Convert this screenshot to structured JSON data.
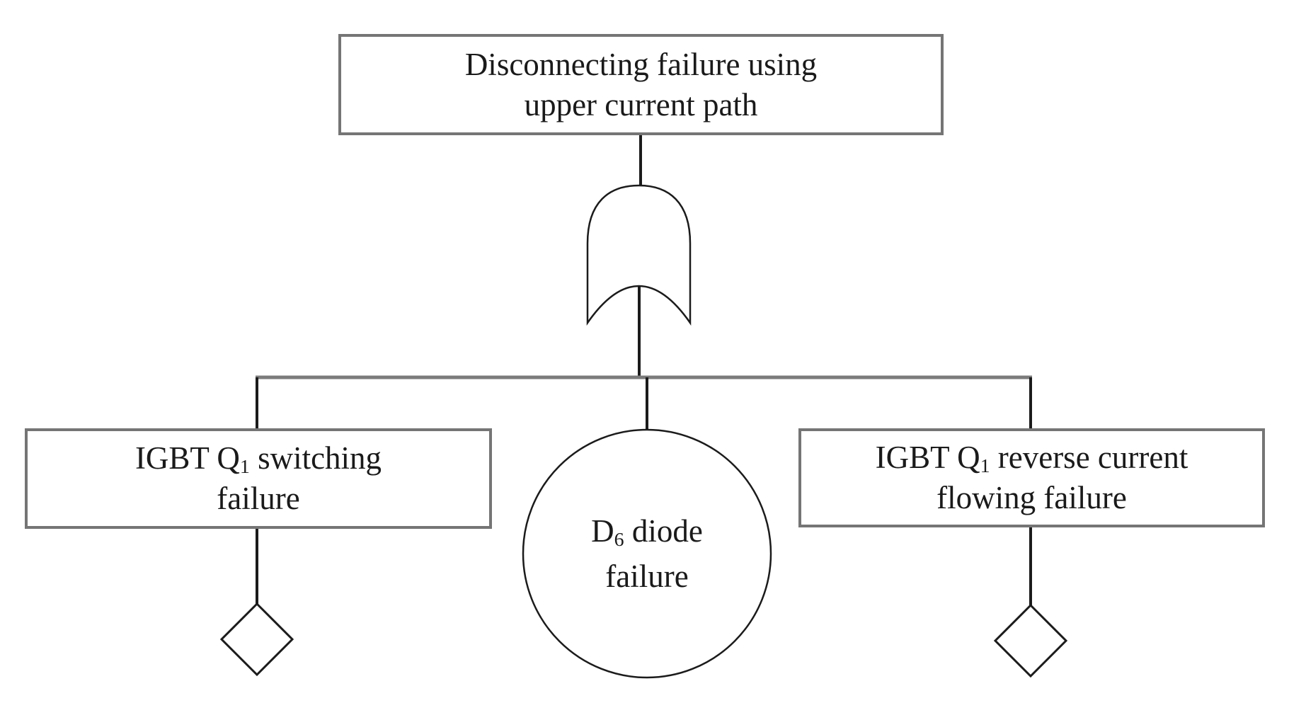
{
  "colors": {
    "background": "#ffffff",
    "box_border": "#757575",
    "connector_black": "#1b1b1b",
    "branch_gray": "#7b7b7b",
    "shape_stroke": "#1b1b1b",
    "text": "#1a1a1a"
  },
  "nodes": {
    "top_event": {
      "shape": "rectangle",
      "lines": [
        [
          {
            "t": "Disconnecting failure using"
          }
        ],
        [
          {
            "t": "upper current path"
          }
        ]
      ]
    },
    "or_gate": {
      "shape": "or-gate"
    },
    "left_event": {
      "shape": "rectangle",
      "lines": [
        [
          {
            "t": "IGBT Q"
          },
          {
            "t": "1",
            "sub": true
          },
          {
            "t": " switching"
          }
        ],
        [
          {
            "t": "failure"
          }
        ]
      ]
    },
    "center_event": {
      "shape": "circle",
      "lines": [
        [
          {
            "t": "D"
          },
          {
            "t": "6",
            "sub": true
          },
          {
            "t": " diode"
          }
        ],
        [
          {
            "t": "failure"
          }
        ]
      ]
    },
    "right_event": {
      "shape": "rectangle",
      "lines": [
        [
          {
            "t": "IGBT Q"
          },
          {
            "t": "1",
            "sub": true
          },
          {
            "t": " reverse current"
          }
        ],
        [
          {
            "t": "flowing failure"
          }
        ]
      ]
    },
    "left_undeveloped": {
      "shape": "diamond"
    },
    "right_undeveloped": {
      "shape": "diamond"
    }
  }
}
